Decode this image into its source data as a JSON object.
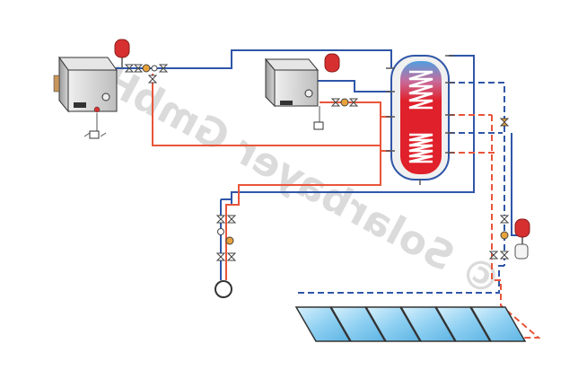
{
  "diagram": {
    "type": "solar-heating-hydraulic-schematic",
    "watermark": "© Solarbayer GmbH",
    "colors": {
      "flow_hot": "#e8553a",
      "return_cold": "#2f56a8",
      "tank_hot": "#e0202a",
      "tank_cold": "#5aa9e6",
      "expansion_vessel": "#d63030",
      "collector_glass": "#8fd0f2",
      "boiler_body": "#d9d9d9",
      "pipe_valve": "#555555"
    },
    "components": [
      {
        "name": "boiler-left",
        "icon": "heating-boiler"
      },
      {
        "name": "boiler-center",
        "icon": "heating-boiler"
      },
      {
        "name": "buffer-tank",
        "icon": "stratified-storage-tank"
      },
      {
        "name": "expansion-vessel-1",
        "icon": "expansion-vessel"
      },
      {
        "name": "expansion-vessel-2",
        "icon": "expansion-vessel"
      },
      {
        "name": "expansion-vessel-3",
        "icon": "expansion-vessel"
      },
      {
        "name": "solar-collector-array",
        "icon": "flat-plate-collectors",
        "panel_count": 6
      },
      {
        "name": "heating-circuit-pump",
        "icon": "circulation-pump"
      }
    ]
  }
}
